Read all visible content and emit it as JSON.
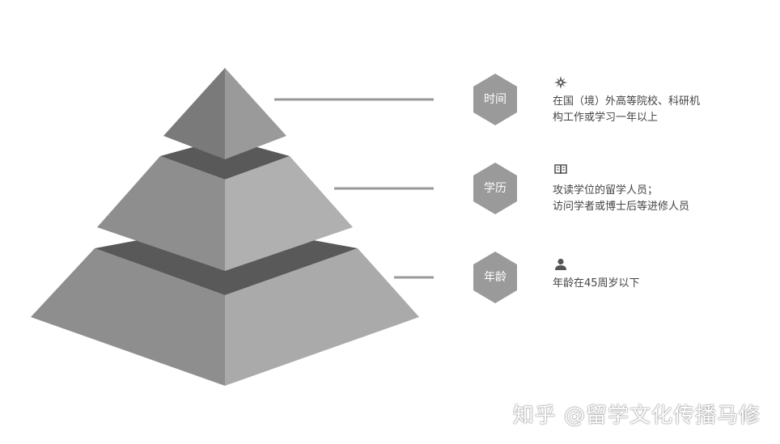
{
  "colors": {
    "apex_left": "#7a7a7a",
    "apex_right": "#9a9a9a",
    "middle_left": "#8e8e8e",
    "middle_right": "#b0b0b0",
    "base_left": "#8e8e8e",
    "base_right": "#aaaaaa",
    "shelf": "#595959",
    "connector": "#999999",
    "hexagon": "#9a9a9a"
  },
  "levels": [
    {
      "label": "时间",
      "icon": "compass-star-icon",
      "lines": [
        "在国（境）外高等院校、科研机",
        "构工作或学习一年以上"
      ]
    },
    {
      "label": "学历",
      "icon": "book-icon",
      "lines": [
        "攻读学位的留学人员；",
        "访问学者或博士后等进修人员"
      ]
    },
    {
      "label": "年龄",
      "icon": "person-icon",
      "lines": [
        "年龄在45周岁以下"
      ]
    }
  ],
  "watermark": "知乎 @留学文化传播马修"
}
